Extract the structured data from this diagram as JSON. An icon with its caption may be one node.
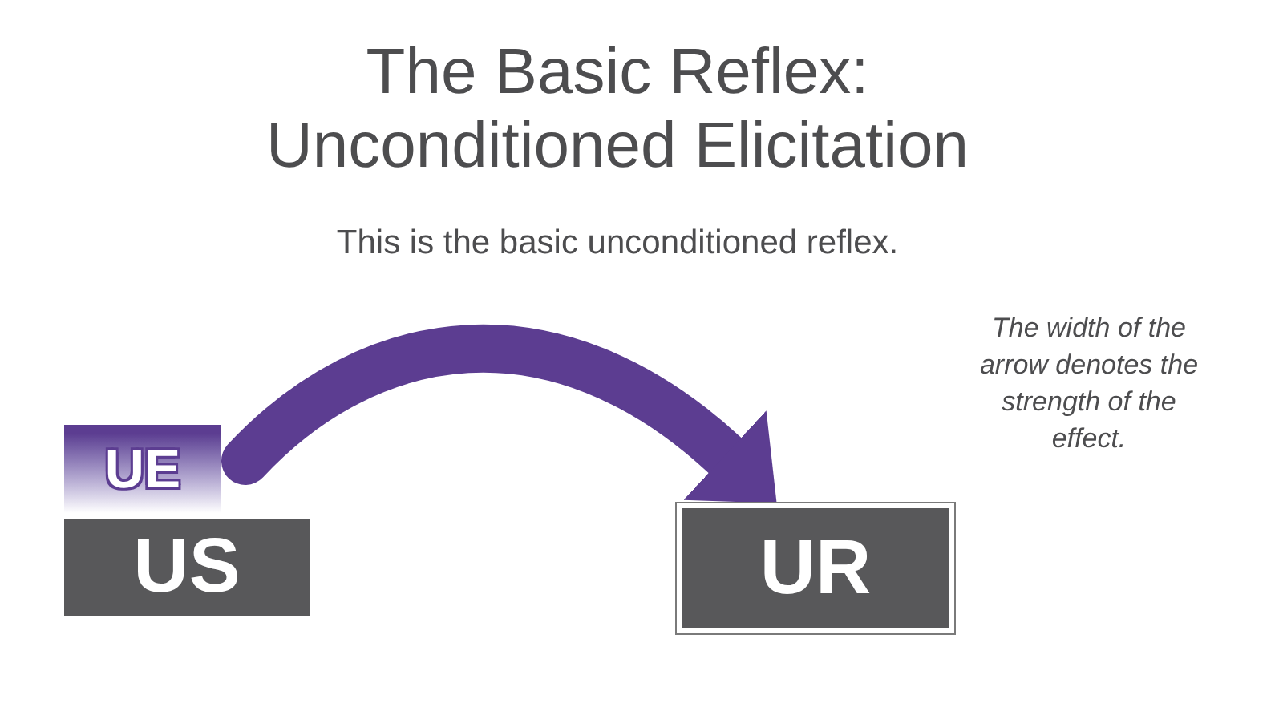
{
  "diagram": {
    "title": "The Basic Reflex: Unconditioned Elicitation",
    "nodes": [
      {
        "text": [
          "UE"
        ]
      },
      {
        "text": [
          "US"
        ]
      },
      {
        "text": [
          "UR"
        ]
      }
    ],
    "edges": [
      {
        "from": 0,
        "to": 2,
        "arrow": "to",
        "color": "#5c3d91"
      }
    ],
    "labels": [
      "This is the basic unconditioned reflex.",
      "The width of the arrow denotes the strength of the effect."
    ]
  }
}
